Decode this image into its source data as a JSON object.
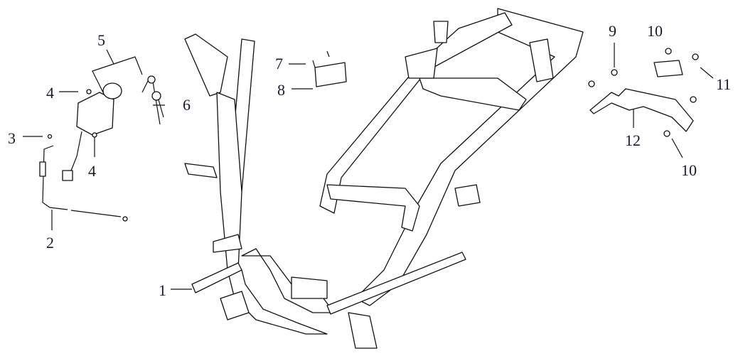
{
  "diagram": {
    "callouts": [
      {
        "id": "label-5",
        "text": "5"
      },
      {
        "id": "label-4a",
        "text": "4"
      },
      {
        "id": "label-6",
        "text": "6"
      },
      {
        "id": "label-3",
        "text": "3"
      },
      {
        "id": "label-4b",
        "text": "4"
      },
      {
        "id": "label-2",
        "text": "2"
      },
      {
        "id": "label-7",
        "text": "7"
      },
      {
        "id": "label-8",
        "text": "8"
      },
      {
        "id": "label-9",
        "text": "9"
      },
      {
        "id": "label-10a",
        "text": "10"
      },
      {
        "id": "label-11",
        "text": "11"
      },
      {
        "id": "label-12",
        "text": "12"
      },
      {
        "id": "label-10b",
        "text": "10"
      },
      {
        "id": "label-1",
        "text": "1"
      }
    ]
  }
}
